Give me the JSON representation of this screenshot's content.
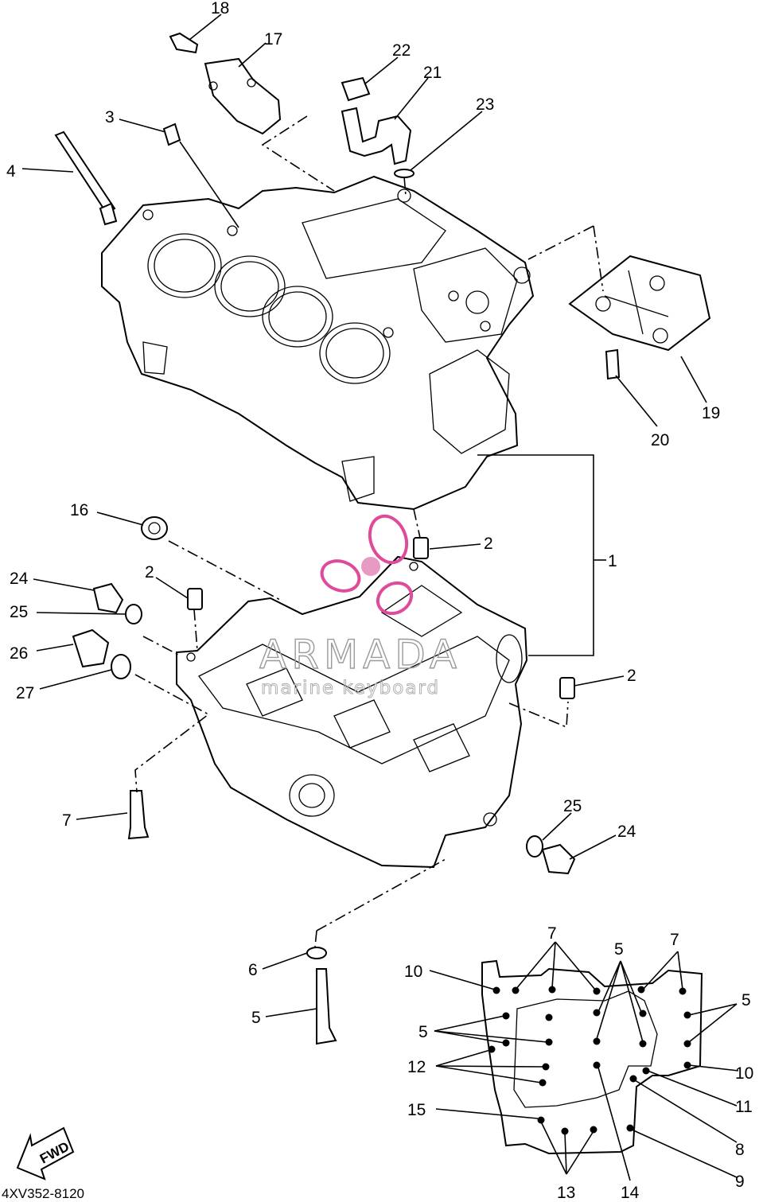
{
  "diagram": {
    "part_code": "4XV352-8120",
    "fwd_label": "FWD",
    "watermark": {
      "brand": "ARMADA",
      "sub": "marine keyboard"
    },
    "callouts": [
      {
        "id": "c18",
        "text": "18"
      },
      {
        "id": "c17",
        "text": "17"
      },
      {
        "id": "c22",
        "text": "22"
      },
      {
        "id": "c21",
        "text": "21"
      },
      {
        "id": "c3",
        "text": "3"
      },
      {
        "id": "c23",
        "text": "23"
      },
      {
        "id": "c4",
        "text": "4"
      },
      {
        "id": "c19",
        "text": "19"
      },
      {
        "id": "c20",
        "text": "20"
      },
      {
        "id": "c16",
        "text": "16"
      },
      {
        "id": "c2a",
        "text": "2"
      },
      {
        "id": "c1",
        "text": "1"
      },
      {
        "id": "c24a",
        "text": "24"
      },
      {
        "id": "c2b",
        "text": "2"
      },
      {
        "id": "c25a",
        "text": "25"
      },
      {
        "id": "c26",
        "text": "26"
      },
      {
        "id": "c27",
        "text": "27"
      },
      {
        "id": "c2c",
        "text": "2"
      },
      {
        "id": "c7a",
        "text": "7"
      },
      {
        "id": "c25b",
        "text": "25"
      },
      {
        "id": "c24b",
        "text": "24"
      },
      {
        "id": "c6",
        "text": "6"
      },
      {
        "id": "c5a",
        "text": "5"
      },
      {
        "id": "c7b",
        "text": "7"
      },
      {
        "id": "c7c",
        "text": "7"
      },
      {
        "id": "c5b",
        "text": "5"
      },
      {
        "id": "c10a",
        "text": "10"
      },
      {
        "id": "c5c",
        "text": "5"
      },
      {
        "id": "c5d",
        "text": "5"
      },
      {
        "id": "c12",
        "text": "12"
      },
      {
        "id": "c10b",
        "text": "10"
      },
      {
        "id": "c11",
        "text": "11"
      },
      {
        "id": "c15",
        "text": "15"
      },
      {
        "id": "c8",
        "text": "8"
      },
      {
        "id": "c9",
        "text": "9"
      },
      {
        "id": "c13",
        "text": "13"
      },
      {
        "id": "c14",
        "text": "14"
      }
    ]
  }
}
